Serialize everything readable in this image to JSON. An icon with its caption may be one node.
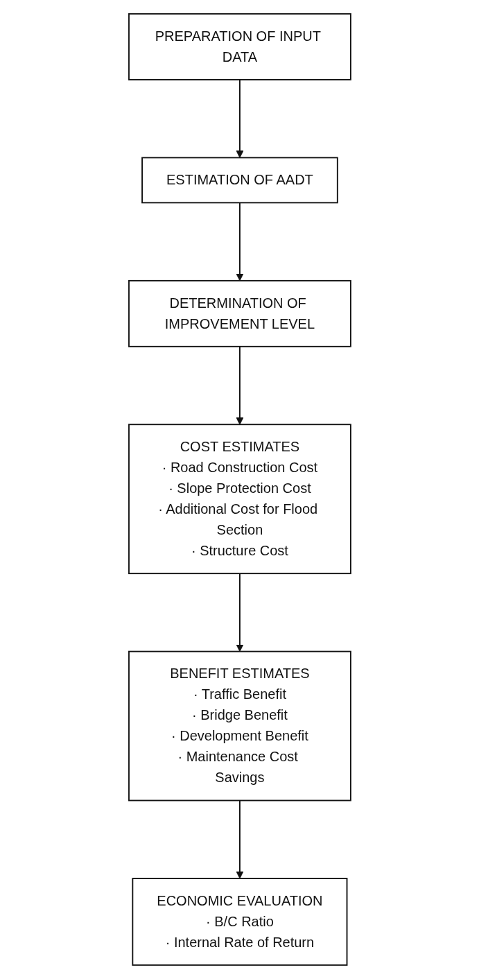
{
  "diagram": {
    "nodes": [
      {
        "text": [
          "PREPARATION OF INPUT DATA"
        ]
      },
      {
        "text": [
          "ESTIMATION OF AADT"
        ]
      },
      {
        "text": [
          "DETERMINATION OF IMPROVEMENT LEVEL"
        ]
      },
      {
        "text": [
          "COST ESTIMATES",
          "· Road Construction Cost",
          "· Slope Protection Cost",
          "· Additional Cost for Flood Section",
          "· Structure Cost"
        ]
      },
      {
        "text": [
          "BENEFIT ESTIMATES",
          "· Traffic Benefit",
          "· Bridge Benefit",
          "· Development Benefit",
          "· Maintenance Cost Savings"
        ]
      },
      {
        "text": [
          "ECONOMIC EVALUATION",
          "· B/C Ratio",
          "· Internal Rate of Return"
        ]
      }
    ],
    "edges": [
      {
        "from": 0,
        "to": 1,
        "arrow": "to"
      },
      {
        "from": 1,
        "to": 2,
        "arrow": "to"
      },
      {
        "from": 2,
        "to": 3,
        "arrow": "to"
      },
      {
        "from": 3,
        "to": 4,
        "arrow": "to"
      },
      {
        "from": 4,
        "to": 5,
        "arrow": "to"
      }
    ]
  }
}
